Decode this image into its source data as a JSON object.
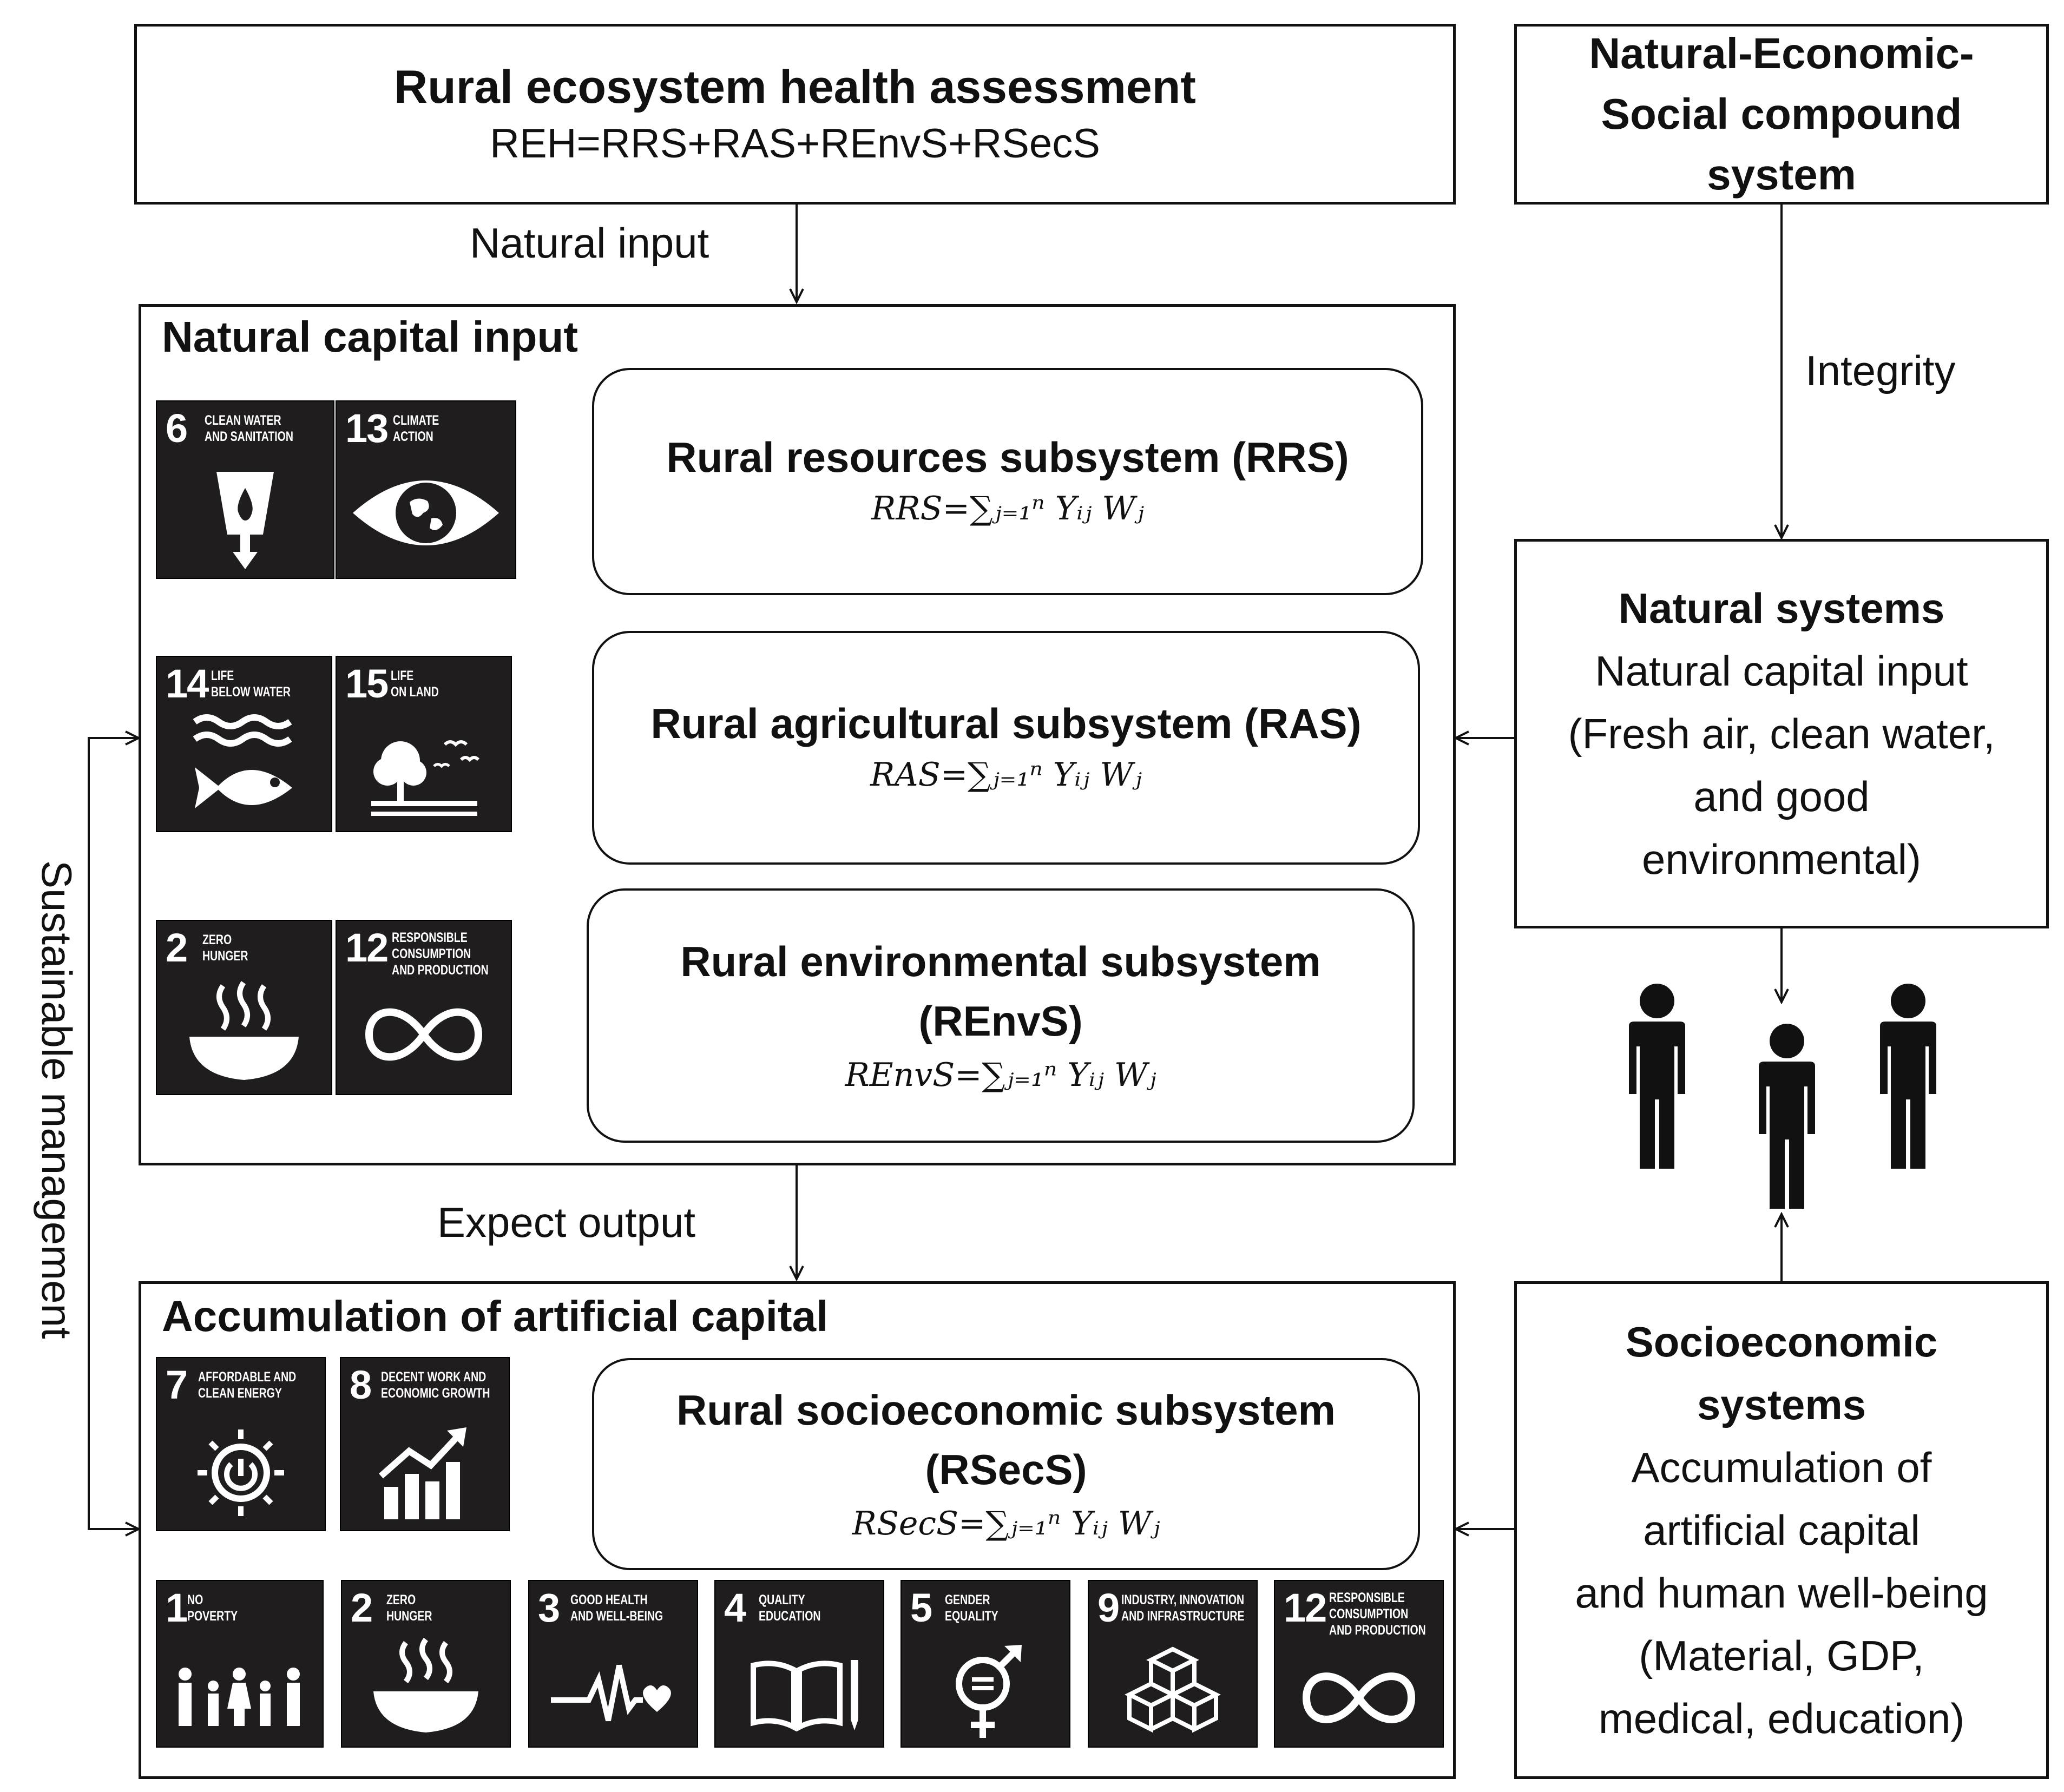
{
  "top_box": {
    "title": "Rural ecosystem health assessment",
    "formula": "REH=RRS+RAS+REnvS+RSecS"
  },
  "compound_box": {
    "line1": "Natural-Economic-",
    "line2": "Social compound",
    "line3": "system"
  },
  "labels": {
    "natural_input": "Natural input",
    "integrity": "Integrity",
    "expect_output": "Expect output",
    "sustainable_management": "Sustainable management"
  },
  "natural_capital": {
    "heading": "Natural capital input",
    "rrs": {
      "title": "Rural resources subsystem (RRS)",
      "formula_lhs": "RRS=",
      "formula_rhs": "∑ⱼ₌₁ⁿ Yᵢⱼ Wⱼ"
    },
    "ras": {
      "title": "Rural agricultural subsystem (RAS)",
      "formula_lhs": "RAS=",
      "formula_rhs": "∑ⱼ₌₁ⁿ Yᵢⱼ Wⱼ"
    },
    "renvs": {
      "title_line1": "Rural environmental subsystem",
      "title_line2": "(REnvS)",
      "formula_lhs": "REnvS=",
      "formula_rhs": "∑ⱼ₌₁ⁿ Yᵢⱼ Wⱼ"
    }
  },
  "artificial_capital": {
    "heading": "Accumulation of artificial capital",
    "rsecs": {
      "title_line1": "Rural socioeconomic subsystem",
      "title_line2": "(RSecS)",
      "formula_lhs": "RSecS=",
      "formula_rhs": "∑ⱼ₌₁ⁿ Yᵢⱼ Wⱼ"
    }
  },
  "natural_systems": {
    "title": "Natural  systems",
    "line1": "Natural capital input",
    "line2": "(Fresh air, clean water,",
    "line3": "and good",
    "line4": "environmental)"
  },
  "socioeconomic_systems": {
    "title1": "Socioeconomic",
    "title2": "systems",
    "line1": "Accumulation of",
    "line2": "artificial capital",
    "line3": "and human well-being",
    "line4": "(Material, GDP,",
    "line5": "medical, education)"
  },
  "sdg": {
    "g6": {
      "num": "6",
      "l1": "Clean water",
      "l2": "and sanitation",
      "icon": "water-glass-icon"
    },
    "g13": {
      "num": "13",
      "l1": "Climate",
      "l2": "action",
      "icon": "eye-globe-icon"
    },
    "g14": {
      "num": "14",
      "l1": "Life",
      "l2": "below water",
      "icon": "fish-icon"
    },
    "g15": {
      "num": "15",
      "l1": "Life",
      "l2": "on land",
      "icon": "tree-birds-icon"
    },
    "g2a": {
      "num": "2",
      "l1": "Zero",
      "l2": "hunger",
      "icon": "bowl-icon"
    },
    "g12a": {
      "num": "12",
      "l1": "Responsible",
      "l2": "consumption",
      "l3": "and production",
      "icon": "infinity-icon"
    },
    "g7": {
      "num": "7",
      "l1": "Affordable and",
      "l2": "clean energy",
      "icon": "sun-power-icon"
    },
    "g8": {
      "num": "8",
      "l1": "Decent work and",
      "l2": "economic growth",
      "icon": "growth-chart-icon"
    },
    "g1": {
      "num": "1",
      "l1": "No",
      "l2": "poverty",
      "icon": "family-icon"
    },
    "g2b": {
      "num": "2",
      "l1": "Zero",
      "l2": "hunger",
      "icon": "bowl-icon"
    },
    "g3": {
      "num": "3",
      "l1": "Good health",
      "l2": "and well-being",
      "icon": "heartbeat-icon"
    },
    "g4": {
      "num": "4",
      "l1": "Quality",
      "l2": "education",
      "icon": "book-pencil-icon"
    },
    "g5": {
      "num": "5",
      "l1": "Gender",
      "l2": "equality",
      "icon": "gender-equality-icon"
    },
    "g9": {
      "num": "9",
      "l1": "Industry, innovation",
      "l2": "and infrastructure",
      "icon": "cubes-icon"
    },
    "g12b": {
      "num": "12",
      "l1": "Responsible",
      "l2": "consumption",
      "l3": "and production",
      "icon": "infinity-icon"
    }
  }
}
